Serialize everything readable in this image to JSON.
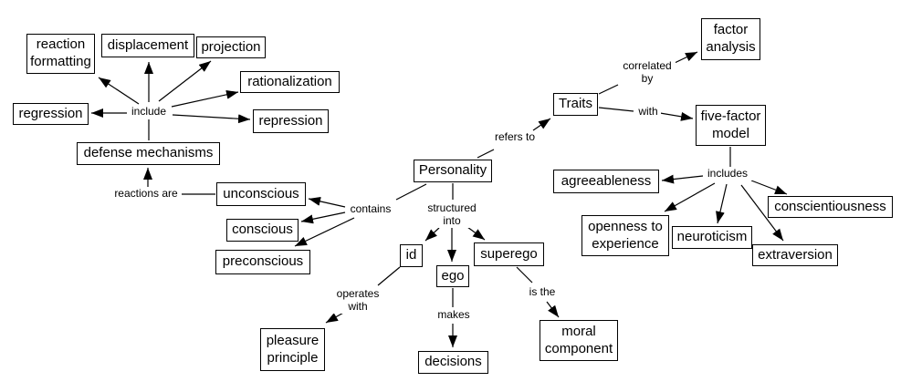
{
  "canvas": {
    "background_color": "#ffffff",
    "line_color": "#000000",
    "text_color": "#000000"
  },
  "nodes": [
    {
      "id": "reaction-formatting",
      "label": "reaction\nformatting"
    },
    {
      "id": "displacement",
      "label": "displacement"
    },
    {
      "id": "projection",
      "label": "projection"
    },
    {
      "id": "rationalization",
      "label": "rationalization"
    },
    {
      "id": "regression",
      "label": "regression"
    },
    {
      "id": "repression",
      "label": "repression"
    },
    {
      "id": "defense-mechanisms",
      "label": "defense mechanisms"
    },
    {
      "id": "unconscious",
      "label": "unconscious"
    },
    {
      "id": "conscious",
      "label": "conscious"
    },
    {
      "id": "preconscious",
      "label": "preconscious"
    },
    {
      "id": "personality",
      "label": "Personality"
    },
    {
      "id": "traits",
      "label": "Traits"
    },
    {
      "id": "factor-analysis",
      "label": "factor\nanalysis"
    },
    {
      "id": "five-factor-model",
      "label": "five-factor\nmodel"
    },
    {
      "id": "agreeableness",
      "label": "agreeableness"
    },
    {
      "id": "openness-to-experience",
      "label": "openness to\nexperience"
    },
    {
      "id": "neuroticism",
      "label": "neuroticism"
    },
    {
      "id": "conscientiousness",
      "label": "conscientiousness"
    },
    {
      "id": "extraversion",
      "label": "extraversion"
    },
    {
      "id": "id",
      "label": "id"
    },
    {
      "id": "ego",
      "label": "ego"
    },
    {
      "id": "superego",
      "label": "superego"
    },
    {
      "id": "pleasure-principle",
      "label": "pleasure\nprinciple"
    },
    {
      "id": "decisions",
      "label": "decisions"
    },
    {
      "id": "moral-component",
      "label": "moral\ncomponent"
    }
  ],
  "link_labels": [
    {
      "id": "include",
      "label": "include"
    },
    {
      "id": "reactions-are",
      "label": "reactions are"
    },
    {
      "id": "contains",
      "label": "contains"
    },
    {
      "id": "refers-to",
      "label": "refers to"
    },
    {
      "id": "correlated-by",
      "label": "correlated\nby"
    },
    {
      "id": "with",
      "label": "with"
    },
    {
      "id": "includes",
      "label": "includes"
    },
    {
      "id": "structured-into",
      "label": "structured\ninto"
    },
    {
      "id": "operates-with",
      "label": "operates\nwith"
    },
    {
      "id": "makes",
      "label": "makes"
    },
    {
      "id": "is-the",
      "label": "is the"
    }
  ],
  "relations": [
    {
      "from": "defense mechanisms",
      "label": "include",
      "to": [
        "reaction formatting",
        "displacement",
        "projection",
        "rationalization",
        "repression",
        "regression"
      ]
    },
    {
      "from": "unconscious",
      "label": "reactions are",
      "to": [
        "defense mechanisms"
      ]
    },
    {
      "from": "Personality",
      "label": "contains",
      "to": [
        "unconscious",
        "conscious",
        "preconscious"
      ]
    },
    {
      "from": "Personality",
      "label": "refers to",
      "to": [
        "Traits"
      ]
    },
    {
      "from": "Traits",
      "label": "correlated by",
      "to": [
        "factor analysis"
      ]
    },
    {
      "from": "Traits",
      "label": "with",
      "to": [
        "five-factor model"
      ]
    },
    {
      "from": "five-factor model",
      "label": "includes",
      "to": [
        "agreeableness",
        "openness to experience",
        "neuroticism",
        "conscientiousness",
        "extraversion"
      ]
    },
    {
      "from": "Personality",
      "label": "structured into",
      "to": [
        "id",
        "ego",
        "superego"
      ]
    },
    {
      "from": "id",
      "label": "operates with",
      "to": [
        "pleasure principle"
      ]
    },
    {
      "from": "ego",
      "label": "makes",
      "to": [
        "decisions"
      ]
    },
    {
      "from": "superego",
      "label": "is the",
      "to": [
        "moral component"
      ]
    }
  ]
}
